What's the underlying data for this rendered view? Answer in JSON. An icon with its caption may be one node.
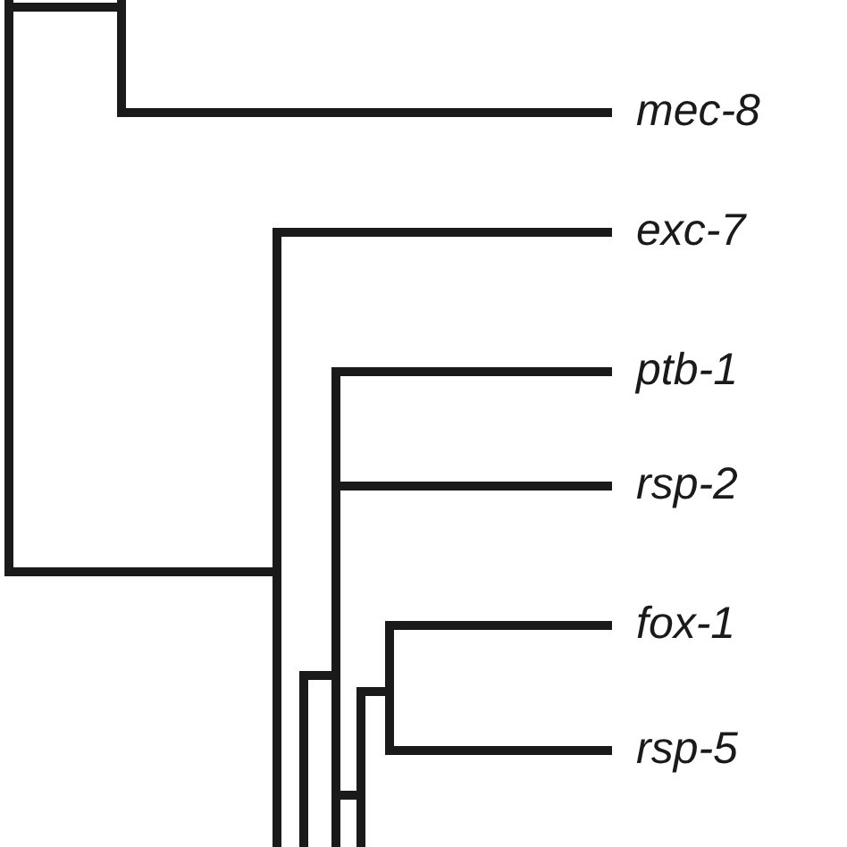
{
  "diagram": {
    "labels": [
      "mec-8",
      "exc-7",
      "ptb-1",
      "rsp-2",
      "fox-1",
      "rsp-5"
    ]
  }
}
